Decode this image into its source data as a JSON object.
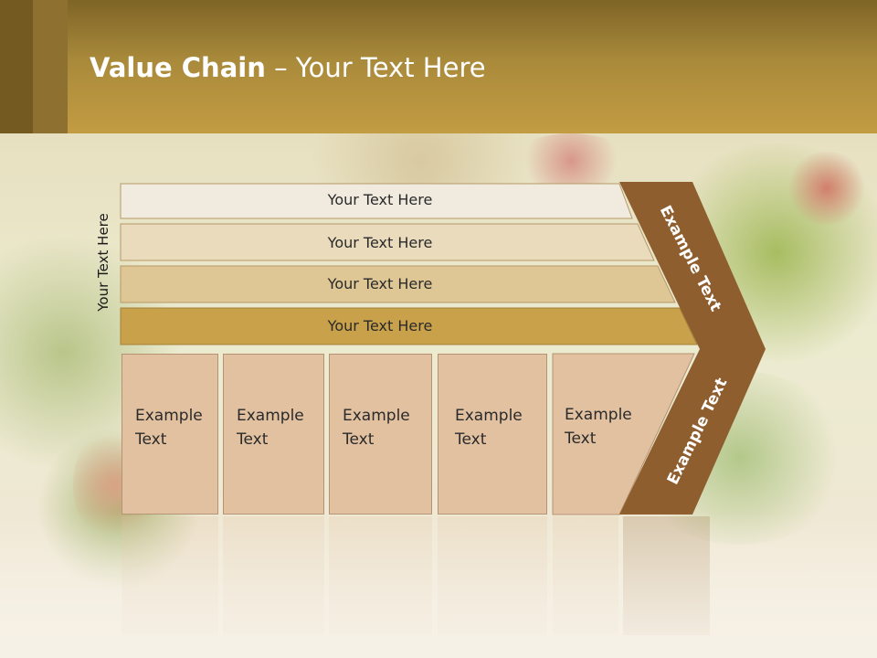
{
  "slide": {
    "title_bold": "Value Chain",
    "title_rest": " – Your Text Here",
    "side_label": "Your Text Here"
  },
  "bars": [
    {
      "label": "Your Text Here",
      "color": "#f1ebdf"
    },
    {
      "label": "Your Text Here",
      "color": "#eadbbd"
    },
    {
      "label": "Your Text Here",
      "color": "#dfc795"
    },
    {
      "label": "Your Text Here",
      "color": "#c9a14b"
    }
  ],
  "boxes": [
    {
      "line1": "Example",
      "line2": "Text"
    },
    {
      "line1": "Example",
      "line2": "Text"
    },
    {
      "line1": "Example",
      "line2": "Text"
    },
    {
      "line1": "Example",
      "line2": "Text"
    },
    {
      "line1": "Example",
      "line2": "Text"
    }
  ],
  "chevron": {
    "upper_label": "Example Text",
    "lower_label": "Example Text",
    "color": "#8f5e2f"
  }
}
